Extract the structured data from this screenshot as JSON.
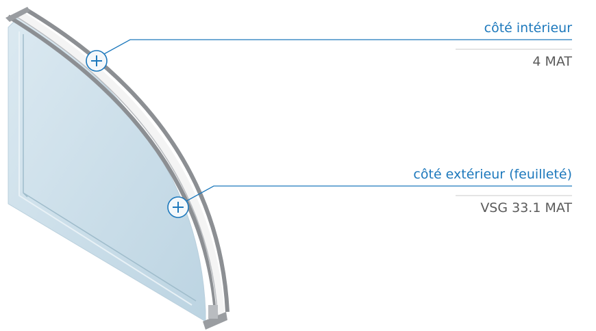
{
  "callouts": [
    {
      "label": "côté intérieur",
      "value": "4 MAT",
      "marker_icon": "plus-circle-icon"
    },
    {
      "label": "côté extérieur (feuilleté)",
      "value": "VSG 33.1 MAT",
      "marker_icon": "plus-circle-icon"
    }
  ],
  "colors": {
    "accent": "#1c78bc",
    "value_text": "#5a5a5a",
    "glass": "#cfe2ec",
    "frame": "#8c8f93",
    "separator_line": "#c8c8c8"
  }
}
